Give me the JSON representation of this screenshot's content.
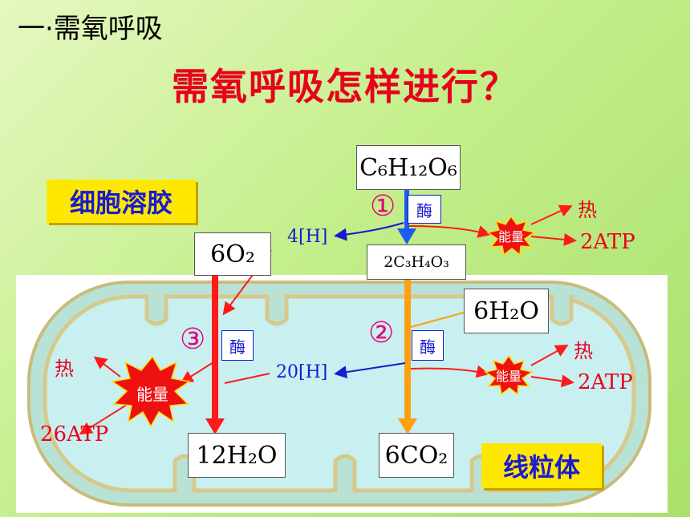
{
  "heading": "一·需氧呼吸",
  "title": "需氧呼吸怎样进行？",
  "regions": {
    "cytosol": "细胞溶胶",
    "mitochondrion": "线粒体"
  },
  "compounds": {
    "glucose": "C₆H₁₂O₆",
    "pyruvate": "2C₃H₄O₃",
    "oxygen": "6O₂",
    "water_in": "6H₂O",
    "water_out": "12H₂O",
    "co2": "6CO₂"
  },
  "steps": {
    "one": "①",
    "two": "②",
    "three": "③"
  },
  "enzyme": "酶",
  "hydrogen": {
    "step1": "4[H]",
    "step2": "20[H]"
  },
  "energy": "能量",
  "heat": "热",
  "atp": {
    "step1": "2ATP",
    "step2": "2ATP",
    "step3": "26ATP"
  },
  "colors": {
    "title_red": "#e8001c",
    "enzyme_blue": "#1a1ad0",
    "step3_arrow": "#ff1a1a",
    "step2_arrow": "#ffa010",
    "mitochondrion_fill": "#c8f0f0",
    "label_yellow": "#ffe800"
  }
}
